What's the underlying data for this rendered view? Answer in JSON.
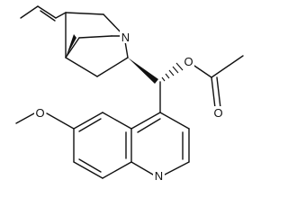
{
  "atoms": {
    "quinuclidine_n": "N",
    "ester_o": "O",
    "carbonyl_o": "O",
    "methoxy_o": "O",
    "quinoline_n": "N"
  }
}
